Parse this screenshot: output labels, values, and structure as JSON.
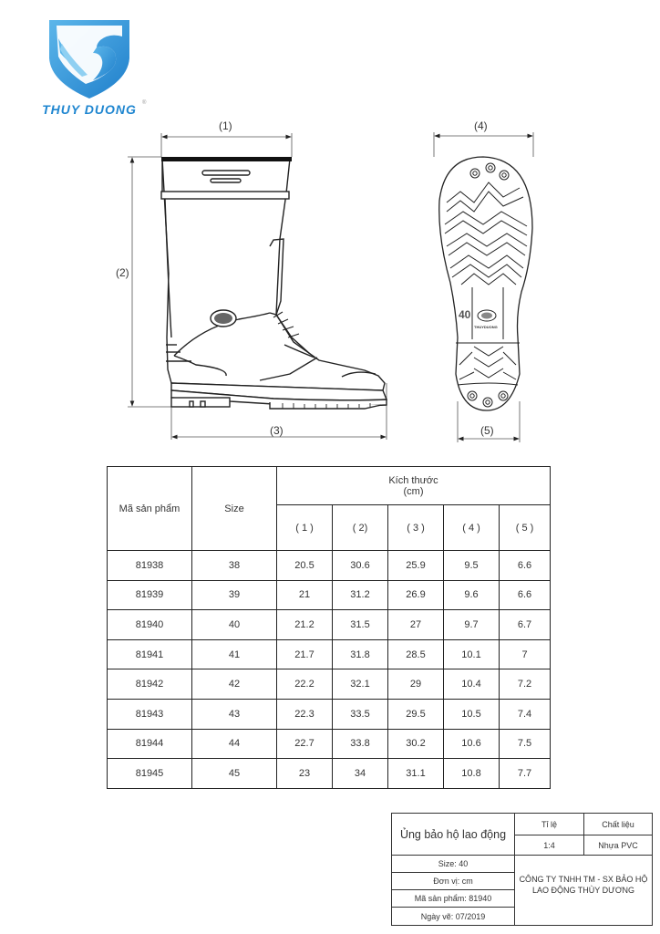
{
  "brand": {
    "name": "THUY DUONG",
    "registered_mark": "®",
    "logo_icon": "eagle-shield-icon",
    "colors": {
      "primary": "#1f86d0",
      "light": "#5cb6ea"
    }
  },
  "drawing": {
    "side_view": {
      "labels": {
        "d1": "(1)",
        "d2": "(2)",
        "d3": "(3)"
      }
    },
    "sole_view": {
      "labels": {
        "d4": "(4)",
        "d5": "(5)"
      },
      "size_mark": "40",
      "brand_mark": "THUYDUONG"
    }
  },
  "spec_table": {
    "headers": {
      "product_code": "Mã sản phẩm",
      "size": "Size",
      "dimensions": "Kích thước",
      "unit": "(cm)",
      "columns": [
        "( 1 )",
        "( 2)",
        "( 3 )",
        "( 4 )",
        "( 5 )"
      ]
    },
    "rows": [
      {
        "code": "81938",
        "size": "38",
        "d1": "20.5",
        "d2": "30.6",
        "d3": "25.9",
        "d4": "9.5",
        "d5": "6.6"
      },
      {
        "code": "81939",
        "size": "39",
        "d1": "21",
        "d2": "31.2",
        "d3": "26.9",
        "d4": "9.6",
        "d5": "6.6"
      },
      {
        "code": "81940",
        "size": "40",
        "d1": "21.2",
        "d2": "31.5",
        "d3": "27",
        "d4": "9.7",
        "d5": "6.7"
      },
      {
        "code": "81941",
        "size": "41",
        "d1": "21.7",
        "d2": "31.8",
        "d3": "28.5",
        "d4": "10.1",
        "d5": "7"
      },
      {
        "code": "81942",
        "size": "42",
        "d1": "22.2",
        "d2": "32.1",
        "d3": "29",
        "d4": "10.4",
        "d5": "7.2"
      },
      {
        "code": "81943",
        "size": "43",
        "d1": "22.3",
        "d2": "33.5",
        "d3": "29.5",
        "d4": "10.5",
        "d5": "7.4"
      },
      {
        "code": "81944",
        "size": "44",
        "d1": "22.7",
        "d2": "33.8",
        "d3": "30.2",
        "d4": "10.6",
        "d5": "7.5"
      },
      {
        "code": "81945",
        "size": "45",
        "d1": "23",
        "d2": "34",
        "d3": "31.1",
        "d4": "10.8",
        "d5": "7.7"
      }
    ]
  },
  "title_block": {
    "product_name": "Ủng bảo hộ lao động",
    "scale_label": "Tỉ lệ",
    "scale_value": "1:4",
    "material_label": "Chất liệu",
    "material_value": "Nhựa PVC",
    "size": "Size: 40",
    "unit": "Đơn vị: cm",
    "product_code": "Mã sản phẩm: 81940",
    "date": "Ngày vẽ: 07/2019",
    "company": "CÔNG TY TNHH TM - SX BẢO HỘ LAO ĐỘNG THÙY DƯƠNG"
  }
}
